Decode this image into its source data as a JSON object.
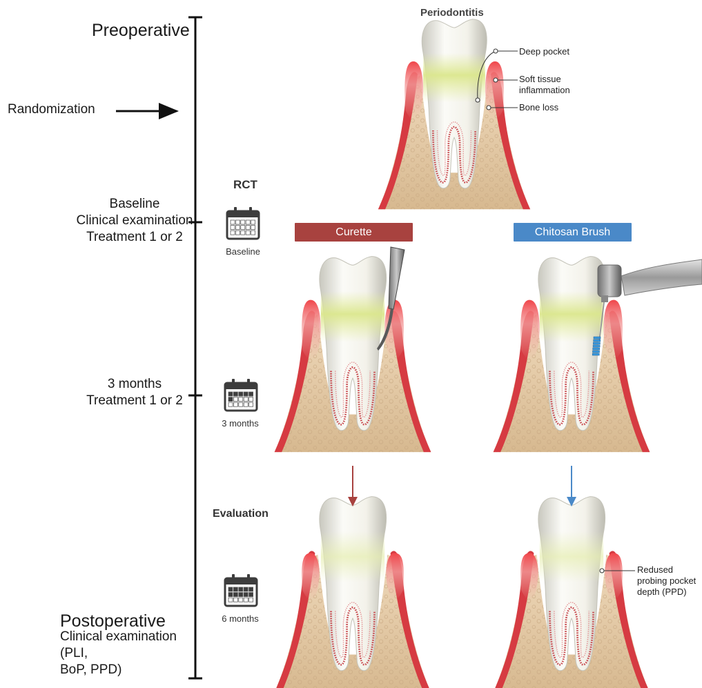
{
  "timeline": {
    "preoperative": "Preoperative",
    "randomization": "Randomization",
    "baseline_lines": [
      "Baseline",
      "Clinical examination",
      "Treatment 1 or 2"
    ],
    "three_months_lines": [
      "3 months",
      "Treatment 1 or 2"
    ],
    "postoperative": "Postoperative",
    "post_lines": [
      "Clinical examination",
      "(PLI,",
      "BoP, PPD)"
    ]
  },
  "schedule": {
    "rct": "RCT",
    "baseline": "Baseline",
    "three_months": "3 months",
    "evaluation": "Evaluation",
    "six_months": "6 months"
  },
  "periodontitis": {
    "title": "Periodontitis",
    "deep_pocket": "Deep pocket",
    "soft_tissue": [
      "Soft tissue",
      "inflammation"
    ],
    "bone_loss": "Bone loss"
  },
  "treatments": {
    "curette": {
      "label": "Curette",
      "color": "#a8423f"
    },
    "chitosan": {
      "label": "Chitosan Brush",
      "color": "#4a89c8"
    }
  },
  "result": {
    "reduced_ppd": [
      "Redused",
      "probing pocket",
      "depth (PPD)"
    ]
  },
  "colors": {
    "gum": "#e8484c",
    "bone": "#e6cfb0",
    "enamel": "#ecebe2",
    "plaque": "#dbe79a",
    "root_canal": "#c94a4f"
  }
}
